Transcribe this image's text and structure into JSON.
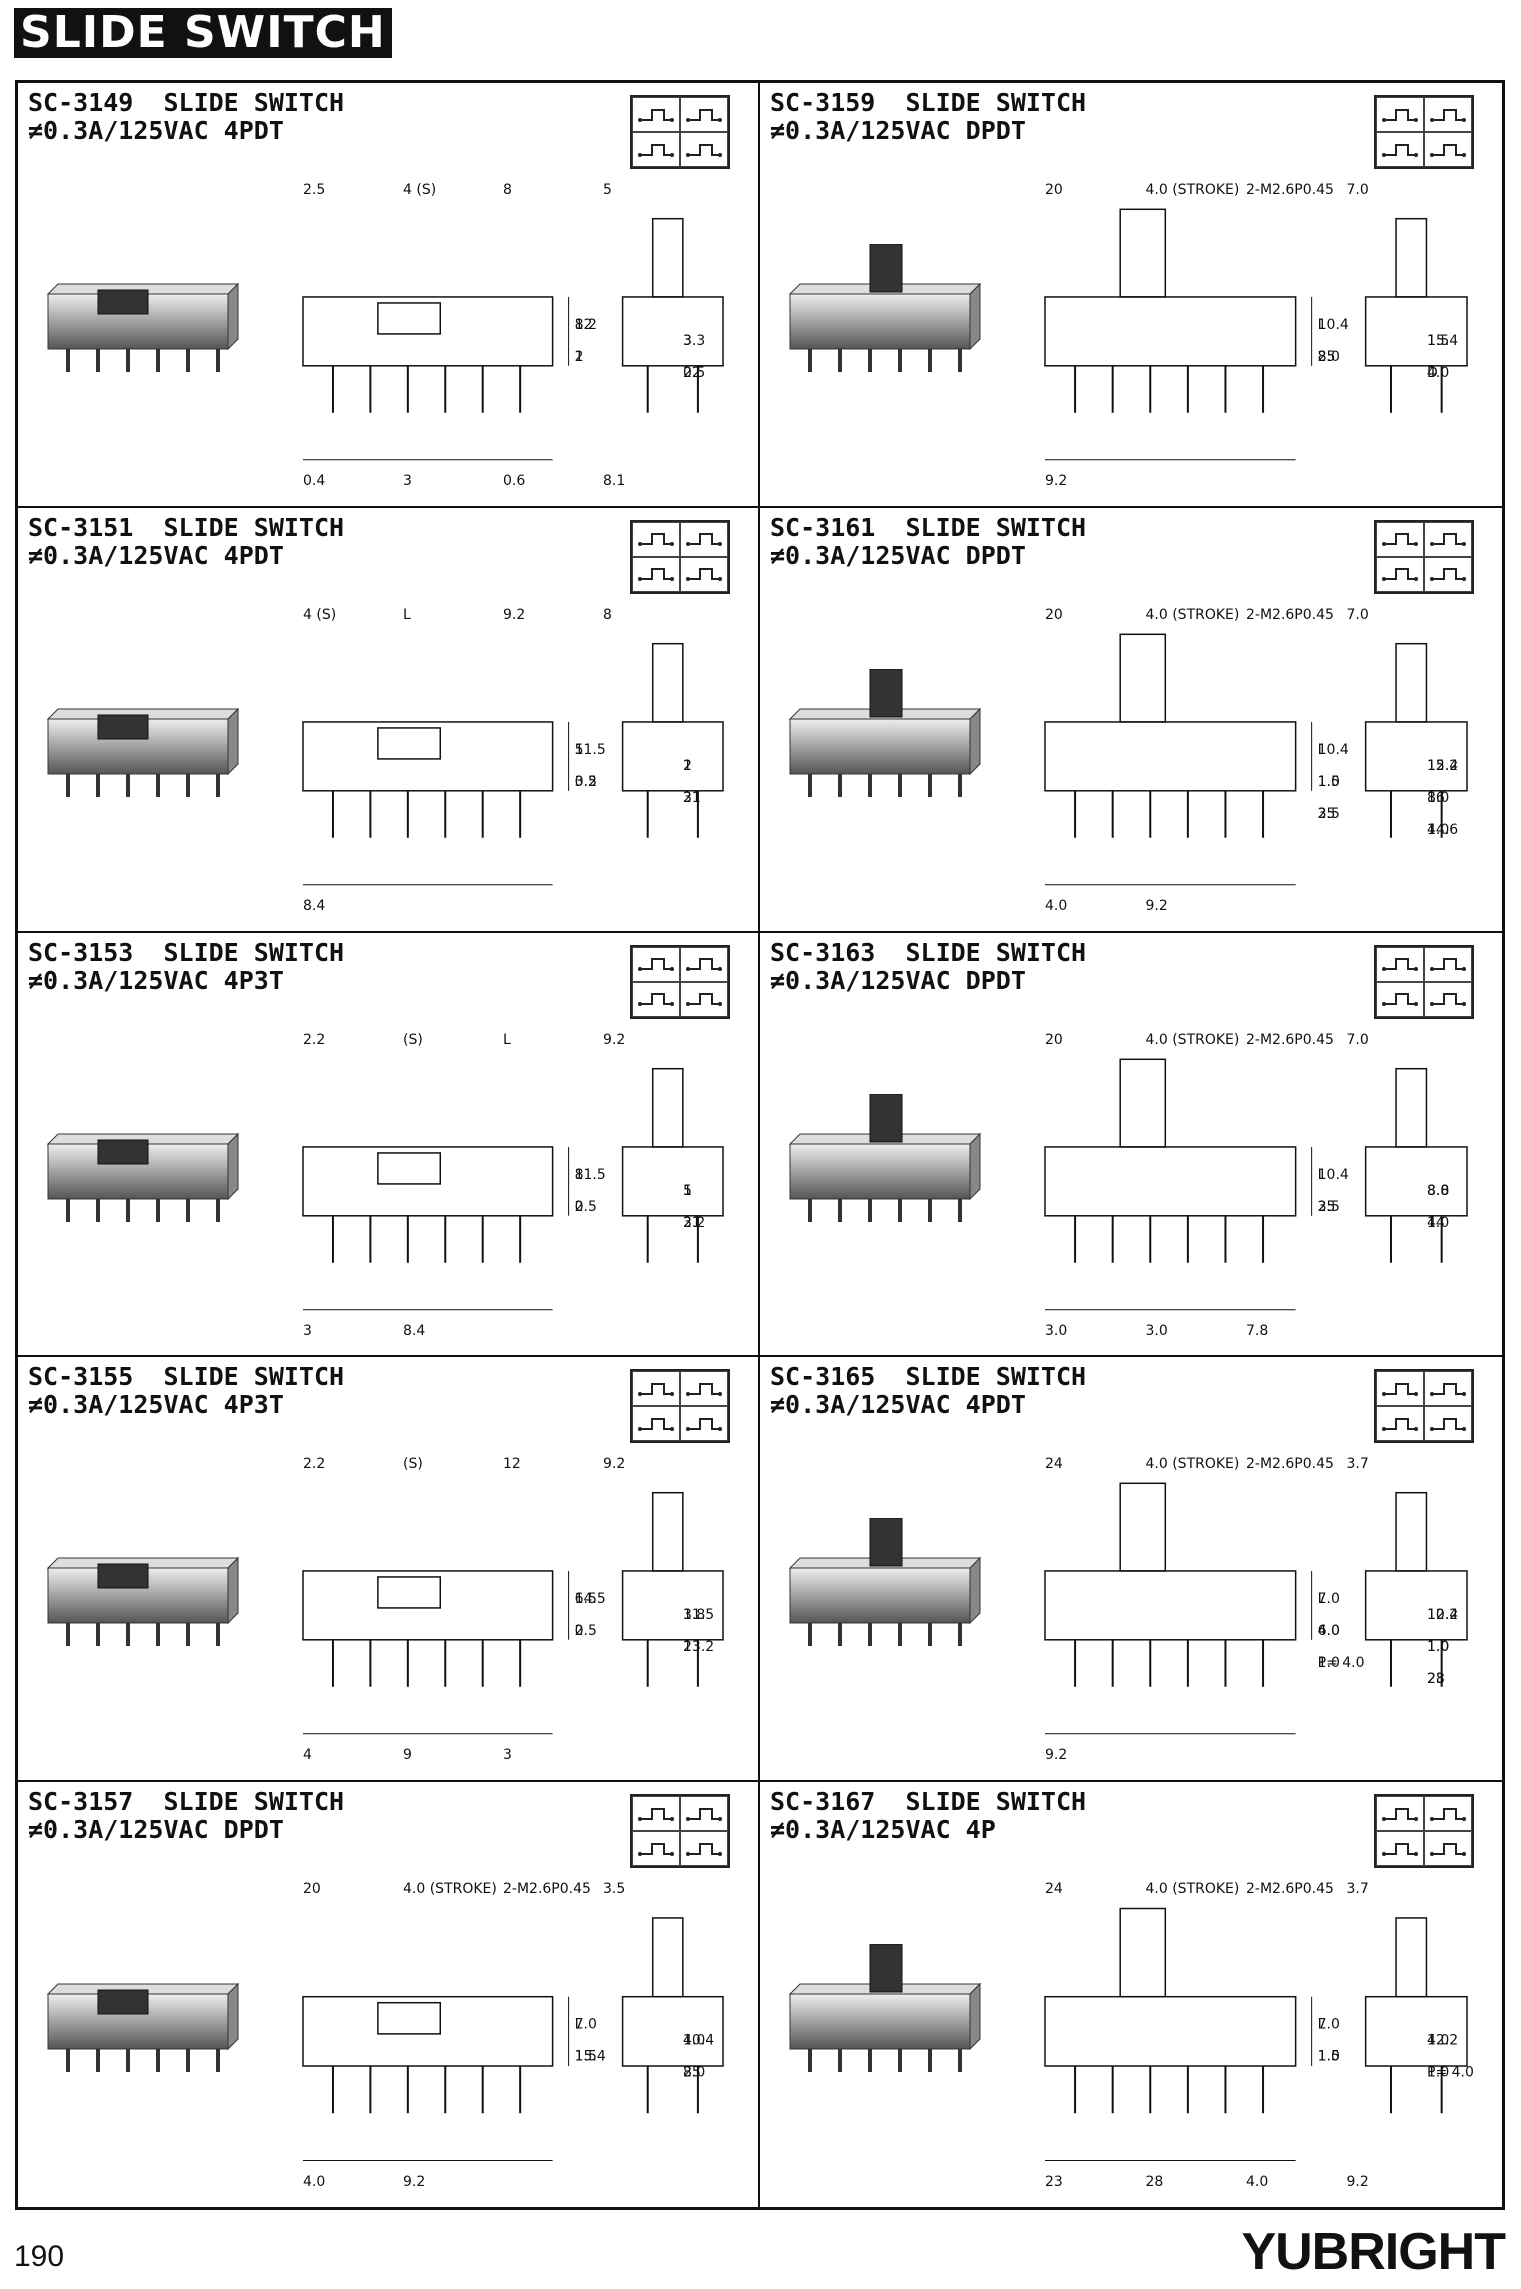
{
  "header": {
    "title": "SLIDE SWITCH"
  },
  "cells": [
    {
      "model": "SC-3149",
      "type": "SLIDE SWITCH",
      "rating": "≠0.3A/125VAC",
      "poles": "4PDT",
      "dims": [
        "2.5",
        "4 (S)",
        "8",
        "5",
        "12",
        "8.2",
        "3",
        "3.3",
        "1",
        "2",
        "0.5",
        "22",
        "0.4",
        "3",
        "0.6",
        "8.1"
      ]
    },
    {
      "model": "SC-3159",
      "type": "SLIDE SWITCH",
      "rating": "≠0.3A/125VAC",
      "poles": "DPDT",
      "dims": [
        "20",
        "4.0 (STROKE)",
        "2-M2.6P0.45",
        "7.0",
        "L",
        "10.4",
        "15.4",
        "1.5",
        "8.0",
        "25",
        "D",
        "4.0",
        "9.2"
      ]
    },
    {
      "model": "SC-3151",
      "type": "SLIDE SWITCH",
      "rating": "≠0.3A/125VAC",
      "poles": "4PDT",
      "dims": [
        "4 (S)",
        "L",
        "9.2",
        "8",
        "11.5",
        "5",
        "1",
        "2",
        "0.5",
        "3.2",
        "21",
        "3",
        "8.4"
      ]
    },
    {
      "model": "SC-3161",
      "type": "SLIDE SWITCH",
      "rating": "≠0.3A/125VAC",
      "poles": "DPDT",
      "dims": [
        "20",
        "4.0 (STROKE)",
        "2-M2.6P0.45",
        "7.0",
        "L",
        "10.4",
        "12.2",
        "15.4",
        "1.0",
        "1.5",
        "8.0",
        "16",
        "25",
        "3.5",
        "4.0",
        "14.6",
        "4.0",
        "9.2"
      ]
    },
    {
      "model": "SC-3153",
      "type": "SLIDE SWITCH",
      "rating": "≠0.3A/125VAC",
      "poles": "4P3T",
      "dims": [
        "2.2",
        "(S)",
        "L",
        "9.2",
        "8",
        "11.5",
        "5",
        "1",
        "2",
        "0.5",
        "3.2",
        "21",
        "3",
        "8.4"
      ]
    },
    {
      "model": "SC-3163",
      "type": "SLIDE SWITCH",
      "rating": "≠0.3A/125VAC",
      "poles": "DPDT",
      "dims": [
        "20",
        "4.0 (STROKE)",
        "2-M2.6P0.45",
        "7.0",
        "L",
        "10.4",
        "8.8",
        "8.0",
        "25",
        "3.5",
        "4.0",
        "14",
        "3.0",
        "3.0",
        "7.8"
      ]
    },
    {
      "model": "SC-3155",
      "type": "SLIDE SWITCH",
      "rating": "≠0.3A/125VAC",
      "poles": "4P3T",
      "dims": [
        "2.2",
        "(S)",
        "12",
        "9.2",
        "14.5",
        "6.5",
        "3.8",
        "11.5",
        "2",
        "0.5",
        "23.2",
        "1",
        "4",
        "9",
        "3"
      ]
    },
    {
      "model": "SC-3165",
      "type": "SLIDE SWITCH",
      "rating": "≠0.3A/125VAC",
      "poles": "4PDT",
      "dims": [
        "24",
        "4.0 (STROKE)",
        "2-M2.6P0.45",
        "3.7",
        "7.0",
        "L",
        "10.4",
        "12.2",
        "6.0",
        "4.0",
        "1.0",
        "1.0",
        "1.0",
        "P= 4.0",
        "23",
        "28",
        "9.2"
      ]
    },
    {
      "model": "SC-3157",
      "type": "SLIDE SWITCH",
      "rating": "≠0.3A/125VAC",
      "poles": "DPDT",
      "dims": [
        "20",
        "4.0 (STROKE)",
        "2-M2.6P0.45",
        "3.5",
        "7.0",
        "L",
        "4.0",
        "10.4",
        "15.4",
        "1.5",
        "8.0",
        "25",
        "4.0",
        "9.2"
      ]
    },
    {
      "model": "SC-3167",
      "type": "SLIDE SWITCH",
      "rating": "≠0.3A/125VAC",
      "poles": "4P",
      "dims": [
        "24",
        "4.0 (STROKE)",
        "2-M2.6P0.45",
        "3.7",
        "7.0",
        "L",
        "4.0",
        "12.2",
        "1.0",
        "1.5",
        "1.0",
        "P= 4.0",
        "23",
        "28",
        "4.0",
        "9.2"
      ]
    }
  ],
  "footer": {
    "page": "190",
    "brand": "YUBRIGHT"
  }
}
